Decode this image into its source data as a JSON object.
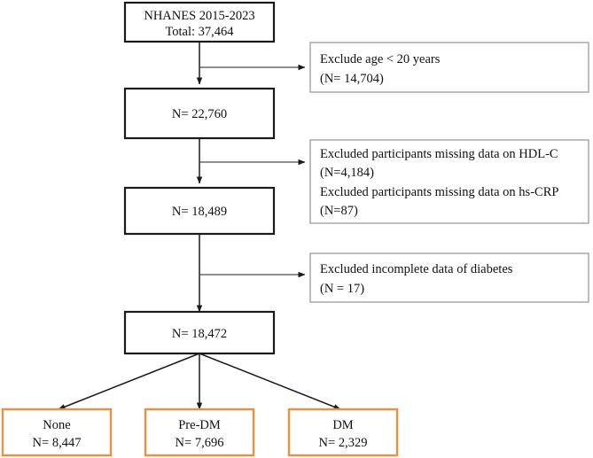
{
  "diagram": {
    "title": "NHANES participant selection flowchart",
    "colors": {
      "outcome_border": "#e8913f",
      "main_border": "#1a1a1a",
      "exclude_border": "#9a9a9a",
      "background": "#ffffff",
      "text": "#111111"
    }
  },
  "main_boxes": [
    {
      "id": "source-cohort",
      "lines": [
        "NHANES 2015-2023",
        "Total:  37,464"
      ]
    },
    {
      "id": "after-age-exclusion",
      "lines": [
        "N= 22,760"
      ]
    },
    {
      "id": "after-lab-exclusion",
      "lines": [
        "N= 18,489"
      ]
    },
    {
      "id": "final-analytic-sample",
      "lines": [
        "N= 18,472"
      ]
    }
  ],
  "exclusion_boxes": [
    {
      "id": "exclude-age",
      "lines": [
        "Exclude age  < 20 years",
        "(N= 14,704)"
      ]
    },
    {
      "id": "exclude-missing-labs",
      "lines": [
        "Excluded participants missing data on HDL-C",
        "(N=4,184)",
        "Excluded participants missing data on hs-CRP",
        "(N=87)"
      ]
    },
    {
      "id": "exclude-diabetes-incomplete",
      "lines": [
        "Excluded incomplete data of diabetes",
        "(N = 17)"
      ]
    }
  ],
  "outcome_boxes": [
    {
      "id": "group-none",
      "label": "None",
      "count": "N= 8,447"
    },
    {
      "id": "group-pre-dm",
      "label": "Pre-DM",
      "count": "N= 7,696"
    },
    {
      "id": "group-dm",
      "label": "DM",
      "count": "N= 2,329"
    }
  ]
}
